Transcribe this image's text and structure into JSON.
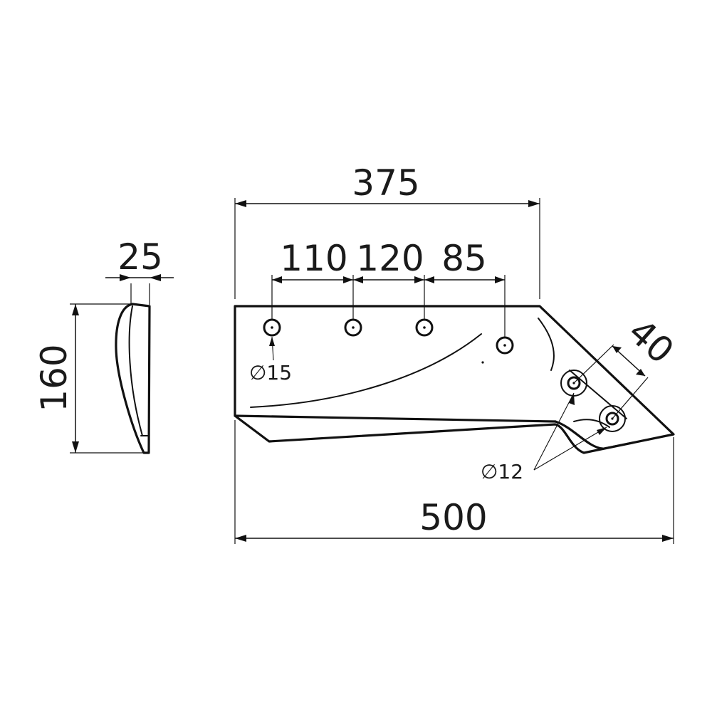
{
  "dimensions": {
    "blade_top_length": "375",
    "hole_spacing_1": "110",
    "hole_spacing_2": "120",
    "hole_spacing_3": "85",
    "blade_overall_length": "500",
    "side_thickness": "25",
    "side_height": "160",
    "tip_hole_spacing": "40",
    "large_hole_diameter": "∅15",
    "small_hole_diameter": "∅12"
  }
}
